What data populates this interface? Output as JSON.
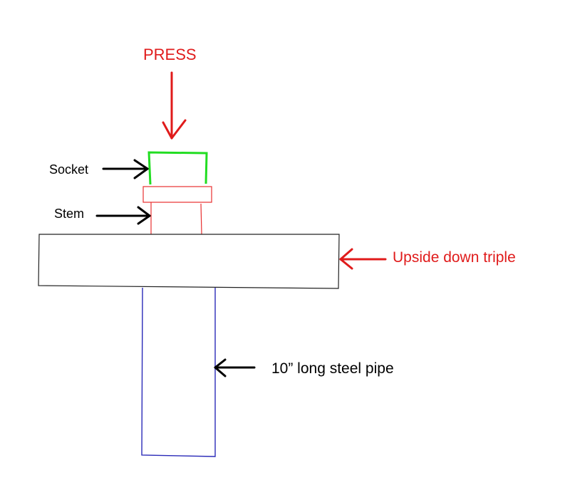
{
  "labels": {
    "press": "PRESS",
    "socket": "Socket",
    "stem": "Stem",
    "triple": "Upside down triple",
    "pipe": "10” long steel pipe"
  },
  "colors": {
    "press": "#e01b1b",
    "socket_outline": "#22dd22",
    "stem_outline": "#e83030",
    "triple_outline": "#222222",
    "pipe_outline": "#2a2ab8",
    "arrow_black": "#000000",
    "arrow_red": "#e01b1b",
    "label_black": "#000000",
    "label_red": "#e01b1b"
  }
}
